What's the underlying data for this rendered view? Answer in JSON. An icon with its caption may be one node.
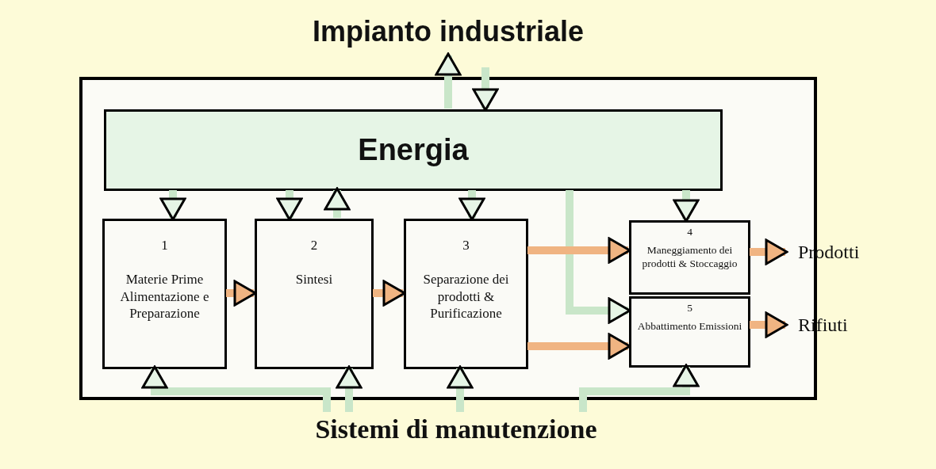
{
  "diagram": {
    "nodes": [
      {
        "text": [
          "Impianto industriale"
        ]
      },
      {
        "text": [
          "Energia"
        ],
        "in": 0
      },
      {
        "text": [
          "1",
          "Materie Prime Alimentazione e Preparazione"
        ],
        "in": 0
      },
      {
        "text": [
          "2",
          "Sintesi"
        ],
        "in": 0
      },
      {
        "text": [
          "3",
          "Separazione dei prodotti & Purificazione"
        ],
        "in": 0
      },
      {
        "text": [
          "4",
          "Maneggiamento dei prodotti & Stoccaggio"
        ],
        "in": 0
      },
      {
        "text": [
          "5",
          "Abbattimento Emissioni"
        ],
        "in": 0
      },
      {
        "text": [
          "Prodotti"
        ]
      },
      {
        "text": [
          "Rifiuti"
        ]
      },
      {
        "text": [
          "Sistemi di manutenzione"
        ]
      }
    ],
    "edges": [
      {
        "from": 1,
        "to": null,
        "arrow": "to"
      },
      {
        "from": null,
        "to": 1,
        "arrow": "to"
      },
      {
        "from": 1,
        "to": 2,
        "arrow": "to"
      },
      {
        "from": 1,
        "to": 3,
        "arrow": "to"
      },
      {
        "from": 3,
        "to": 1,
        "arrow": "to"
      },
      {
        "from": 1,
        "to": 4,
        "arrow": "to"
      },
      {
        "from": 1,
        "to": 5,
        "arrow": "to"
      },
      {
        "from": 1,
        "to": 6,
        "arrow": "to"
      },
      {
        "from": 2,
        "to": 3,
        "arrow": "to",
        "color": "#f0b482"
      },
      {
        "from": 3,
        "to": 4,
        "arrow": "to",
        "color": "#f0b482"
      },
      {
        "from": 4,
        "to": 5,
        "arrow": "to",
        "color": "#f0b482"
      },
      {
        "from": 4,
        "to": 6,
        "arrow": "to",
        "color": "#f0b482"
      },
      {
        "from": 5,
        "to": 7,
        "arrow": "to",
        "color": "#f0b482"
      },
      {
        "from": 6,
        "to": 8,
        "arrow": "to",
        "color": "#f0b482"
      },
      {
        "from": 9,
        "to": 2,
        "arrow": "to"
      },
      {
        "from": 9,
        "to": 3,
        "arrow": "to"
      },
      {
        "from": 9,
        "to": 4,
        "arrow": "to"
      },
      {
        "from": 9,
        "to": 6,
        "arrow": "to"
      }
    ]
  }
}
